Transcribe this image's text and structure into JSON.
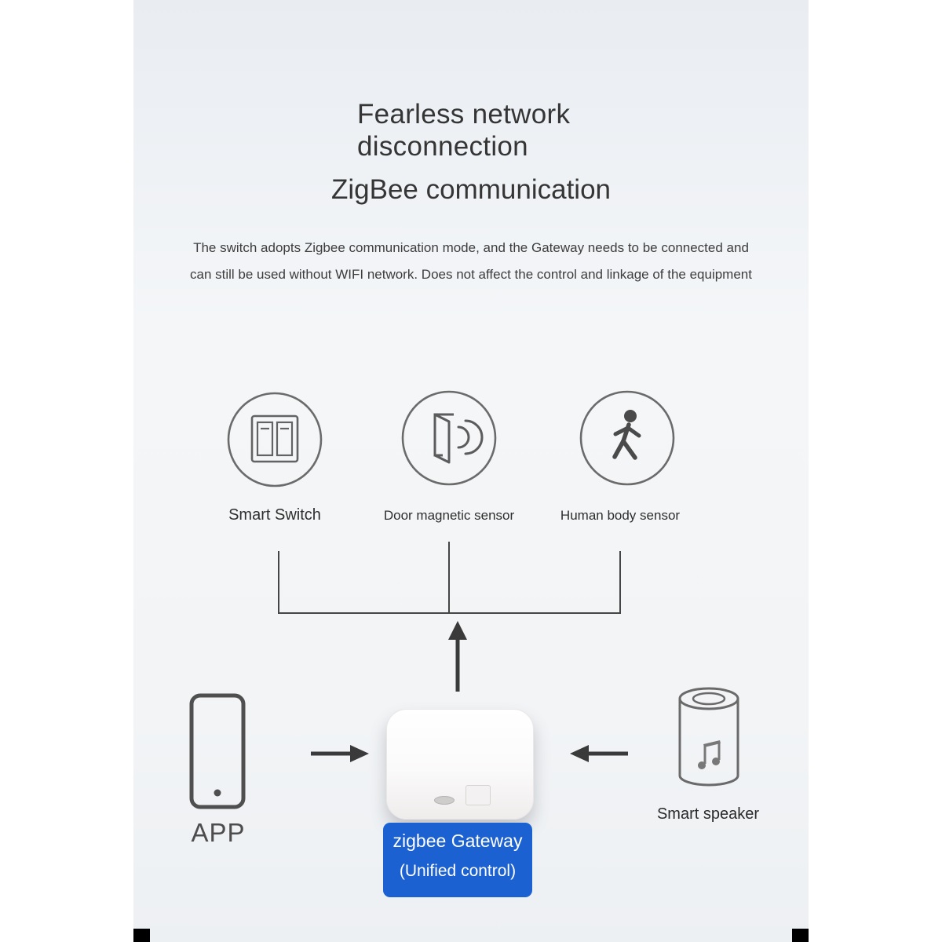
{
  "header": {
    "title_line1": "Fearless network",
    "title_line2": "disconnection",
    "subtitle": "ZigBee communication",
    "description_line1": "The switch adopts Zigbee communication mode, and the Gateway needs to be connected and",
    "description_line2": "can still be used without WIFI network. Does not affect the control and linkage of the equipment"
  },
  "devices": [
    {
      "label": "Smart Switch",
      "icon": "smart-switch-icon"
    },
    {
      "label": "Door magnetic sensor",
      "icon": "door-magnetic-sensor-icon"
    },
    {
      "label": "Human body sensor",
      "icon": "human-body-sensor-icon"
    }
  ],
  "left_device": {
    "label": "APP",
    "icon": "smartphone-icon"
  },
  "right_device": {
    "label": "Smart speaker",
    "icon": "smart-speaker-icon"
  },
  "gateway": {
    "caption_line1": "zigbee Gateway",
    "caption_line2": "(Unified control)",
    "icon": "zigbee-gateway-device"
  },
  "colors": {
    "caption_background": "#1b61d1",
    "caption_text": "#ffffff",
    "connector": "#454545"
  }
}
